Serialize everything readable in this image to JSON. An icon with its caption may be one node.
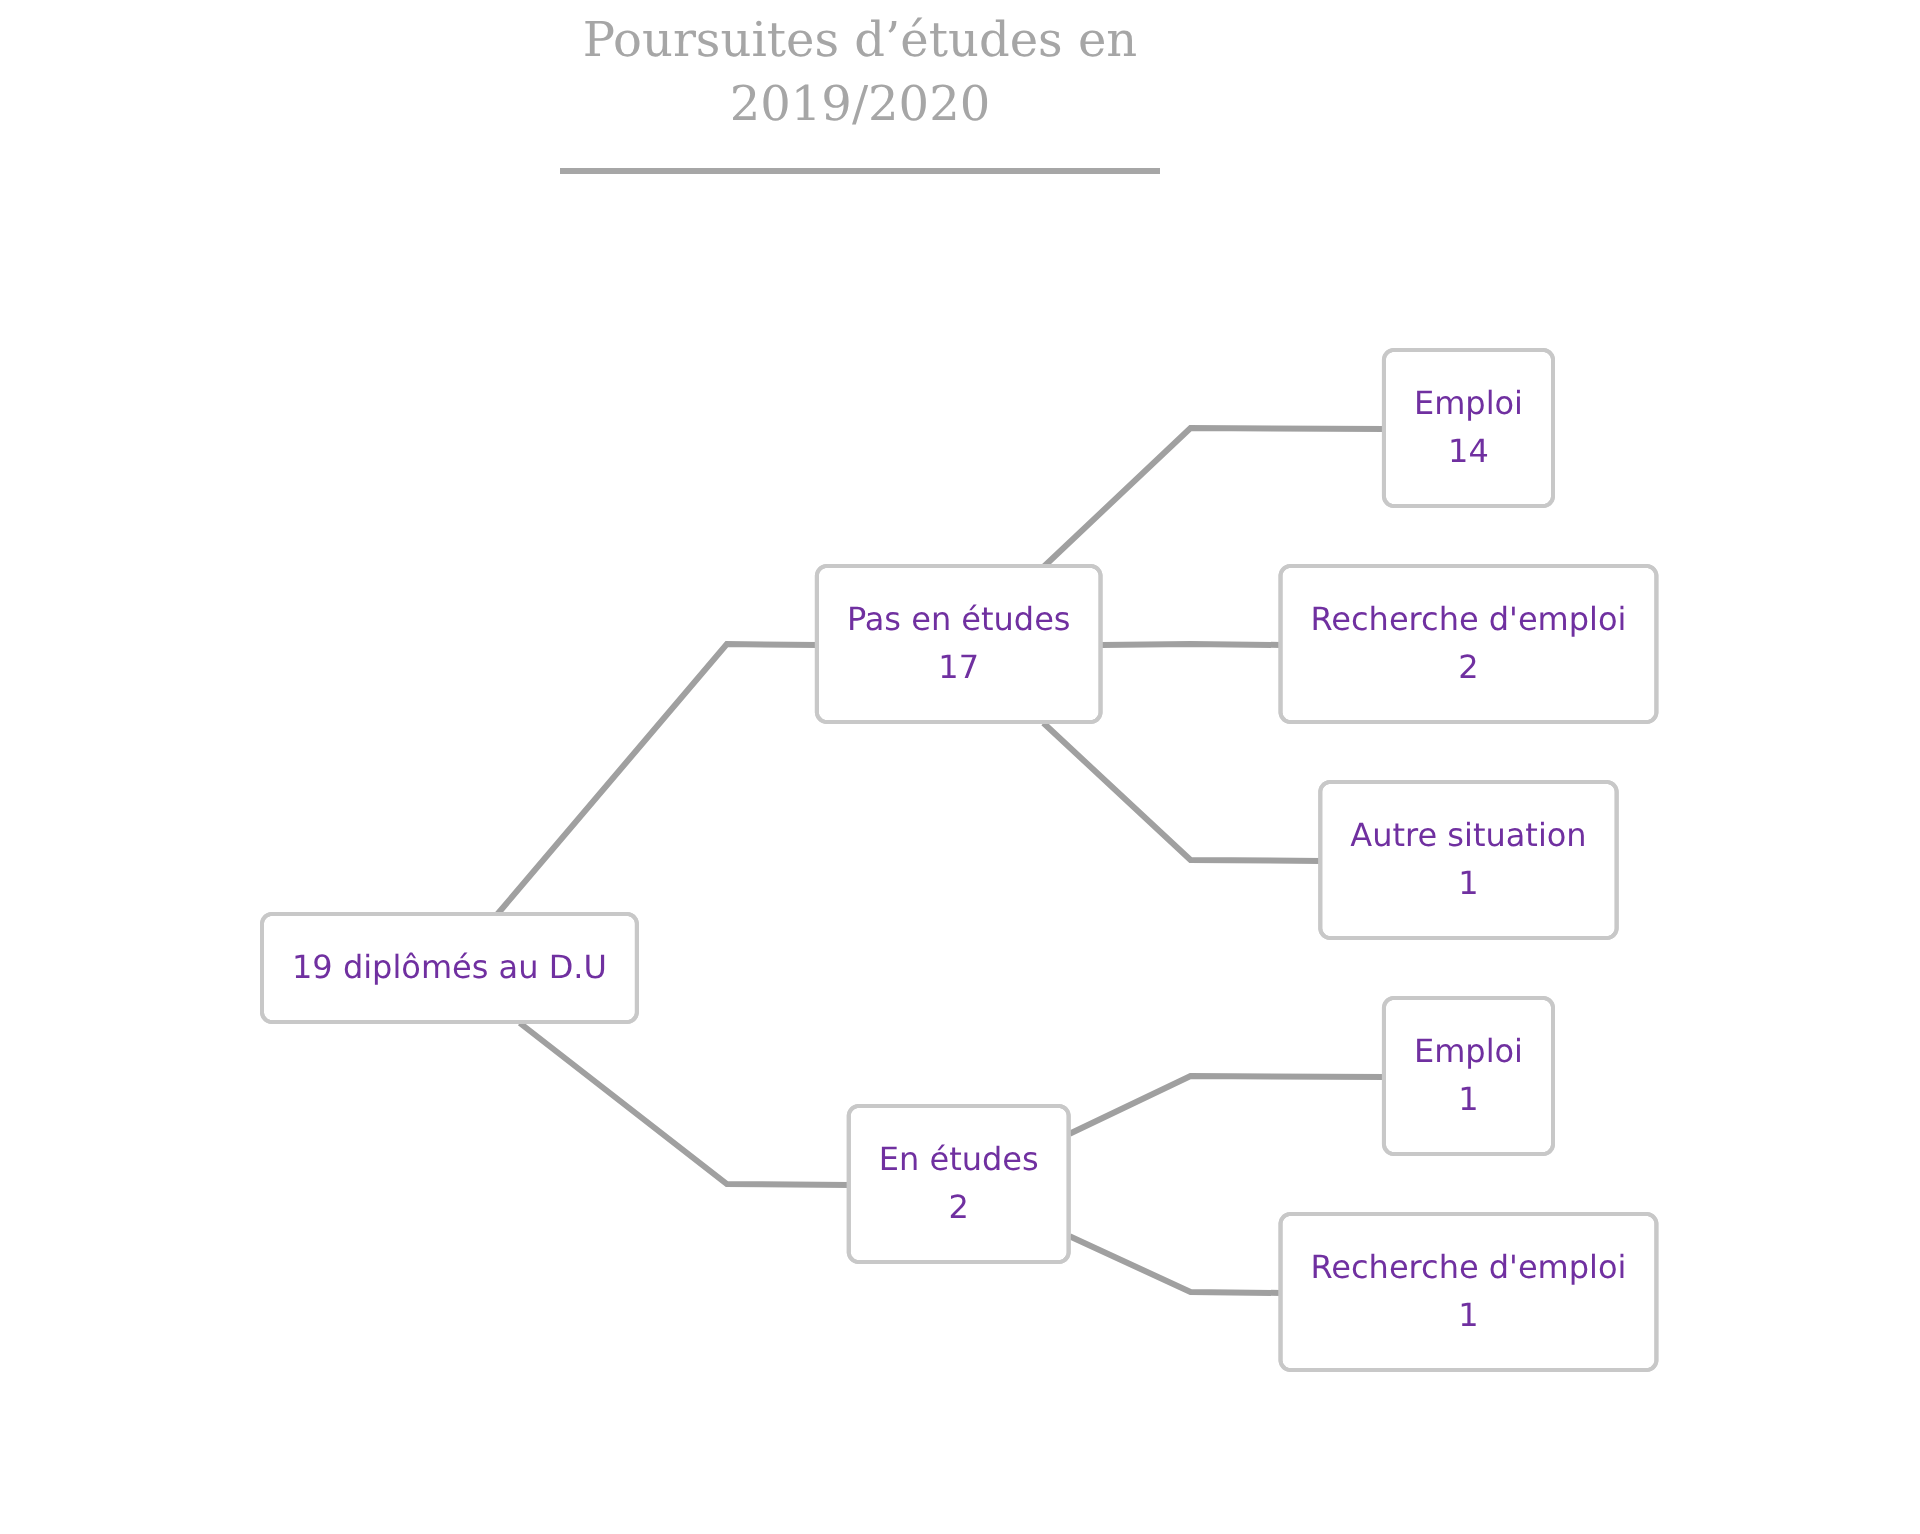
{
  "diagram": {
    "title": "Poursuites d’études en 2019/2020",
    "nodes": [
      {
        "text": [
          "19 diplômés au D.U"
        ]
      },
      {
        "text": [
          "Pas en études",
          "17"
        ]
      },
      {
        "text": [
          "En études",
          "2"
        ]
      },
      {
        "text": [
          "Emploi",
          "14"
        ]
      },
      {
        "text": [
          "Recherche d'emploi",
          "2"
        ]
      },
      {
        "text": [
          "Autre situation",
          "1"
        ]
      },
      {
        "text": [
          "Emploi",
          "1"
        ]
      },
      {
        "text": [
          "Recherche d'emploi",
          "1"
        ]
      }
    ],
    "edges": [
      {
        "from": 0,
        "to": 1,
        "arrow": "none"
      },
      {
        "from": 0,
        "to": 2,
        "arrow": "none"
      },
      {
        "from": 1,
        "to": 3,
        "arrow": "none"
      },
      {
        "from": 1,
        "to": 4,
        "arrow": "none"
      },
      {
        "from": 1,
        "to": 5,
        "arrow": "none"
      },
      {
        "from": 2,
        "to": 6,
        "arrow": "none"
      },
      {
        "from": 2,
        "to": 7,
        "arrow": "none"
      }
    ]
  }
}
